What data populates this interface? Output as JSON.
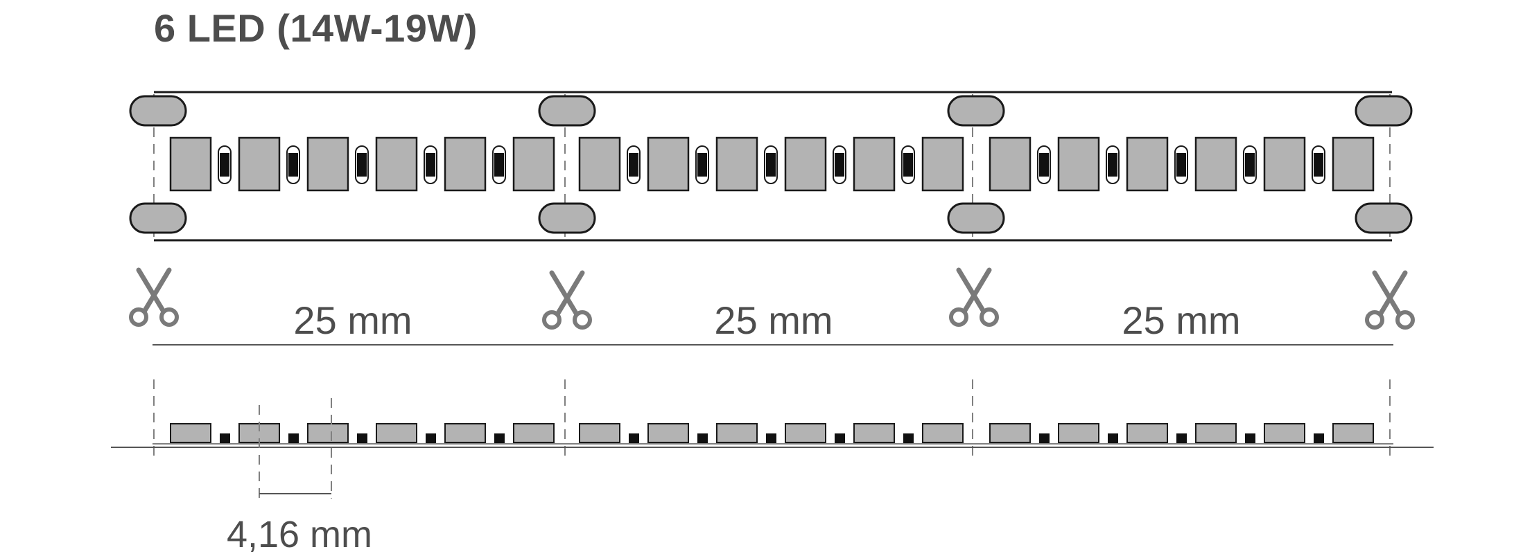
{
  "diagram": {
    "title": "6 LED (14W-19W)",
    "segments": [
      {
        "length_label": "25 mm"
      },
      {
        "length_label": "25 mm"
      },
      {
        "length_label": "25 mm"
      }
    ],
    "leds_per_segment": 6,
    "led_pitch_label": "4,16 mm",
    "cut_marker_count": 4,
    "icons": {
      "cut": "scissors-icon"
    },
    "colors": {
      "led_fill": "#b3b3b3",
      "outline": "#1a1a1a",
      "label_text": "#4d4d4d",
      "scissors": "#7a7a7a",
      "dashed_guide": "#808080"
    }
  }
}
